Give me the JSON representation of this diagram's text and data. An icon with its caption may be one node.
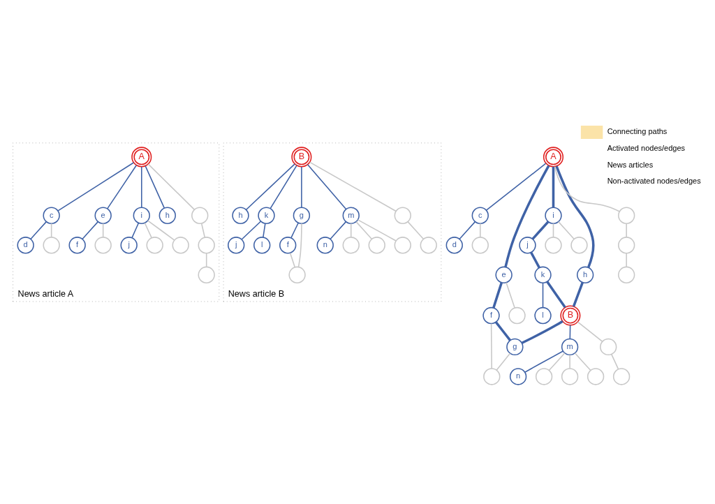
{
  "diagram": {
    "nodes": [
      {
        "text": [
          "News article A"
        ]
      },
      {
        "text": [
          "d"
        ],
        "in": 0
      },
      {
        "text": [
          "c"
        ],
        "in": 0
      },
      {
        "text": [
          "A"
        ],
        "in": 0
      },
      {
        "text": [
          "e"
        ],
        "in": 0
      },
      {
        "text": [
          "i"
        ],
        "in": 0
      },
      {
        "text": [
          "h"
        ],
        "in": 0
      },
      {
        "text": [
          "f"
        ],
        "in": 0
      },
      {
        "text": [
          "j"
        ],
        "in": 0
      },
      {
        "text": [],
        "shape": "circle",
        "in": 0
      },
      {
        "text": [],
        "shape": "circle",
        "in": 0
      },
      {
        "text": [],
        "shape": "circle",
        "in": 0
      },
      {
        "text": [],
        "shape": "circle",
        "in": 0
      },
      {
        "text": [],
        "shape": "circle",
        "in": 0
      },
      {
        "text": [],
        "shape": "circle",
        "in": 0
      },
      {
        "text": [],
        "shape": "circle",
        "in": 0
      },
      {
        "text": [
          "News article B"
        ]
      },
      {
        "text": [
          "j"
        ],
        "in": 16
      },
      {
        "text": [
          "l"
        ],
        "in": 16
      },
      {
        "text": [
          "h"
        ],
        "in": 16
      },
      {
        "text": [
          "k"
        ],
        "in": 16
      },
      {
        "text": [
          "f"
        ],
        "in": 16
      },
      {
        "text": [
          "B"
        ],
        "in": 16
      },
      {
        "text": [
          "g"
        ],
        "in": 16
      },
      {
        "text": [
          "m"
        ],
        "in": 16
      },
      {
        "text": [
          "n"
        ],
        "in": 16
      },
      {
        "text": [],
        "shape": "circle",
        "in": 16
      },
      {
        "text": [],
        "shape": "circle",
        "in": 16
      },
      {
        "text": [],
        "shape": "circle",
        "in": 16
      },
      {
        "text": [],
        "shape": "circle",
        "in": 16
      },
      {
        "text": [],
        "shape": "circle",
        "in": 16
      },
      {
        "text": [],
        "shape": "circle",
        "in": 16
      },
      {
        "text": [
          "d"
        ]
      },
      {
        "text": [
          "c"
        ]
      },
      {
        "text": [
          "e"
        ]
      },
      {
        "text": [
          "A"
        ]
      },
      {
        "text": [
          "i"
        ]
      },
      {
        "text": [
          "j"
        ]
      },
      {
        "text": [
          "h"
        ]
      },
      {
        "text": [
          "f"
        ]
      },
      {
        "text": [
          "l"
        ]
      },
      {
        "text": [
          "k"
        ]
      },
      {
        "text": [
          "B"
        ]
      },
      {
        "text": [
          "g"
        ]
      },
      {
        "text": [
          "m"
        ]
      },
      {
        "text": [
          "n"
        ]
      },
      {
        "text": [],
        "shape": "circle"
      },
      {
        "text": [],
        "shape": "circle"
      },
      {
        "text": [],
        "shape": "circle"
      },
      {
        "text": [],
        "shape": "circle"
      },
      {
        "text": [],
        "shape": "circle"
      },
      {
        "text": [],
        "shape": "circle"
      },
      {
        "text": [],
        "shape": "circle"
      },
      {
        "text": [],
        "shape": "circle"
      },
      {
        "text": [],
        "shape": "circle"
      },
      {
        "text": [],
        "shape": "circle"
      },
      {
        "text": [],
        "shape": "circle"
      },
      {
        "text": [],
        "shape": "circle"
      },
      {
        "text": [],
        "shape": "circle"
      }
    ],
    "edges": [
      {
        "from": 3,
        "to": 2,
        "arrow": "none",
        "color": "#3f62a6"
      },
      {
        "from": 2,
        "to": 1,
        "arrow": "none",
        "color": "#3f62a6"
      },
      {
        "from": 3,
        "to": 4,
        "arrow": "none",
        "color": "#3f62a6"
      },
      {
        "from": 4,
        "to": 7,
        "arrow": "none",
        "color": "#3f62a6"
      },
      {
        "from": 3,
        "to": 6,
        "arrow": "none",
        "color": "#3f62a6"
      },
      {
        "from": 3,
        "to": 5,
        "arrow": "none",
        "color": "#3f62a6"
      },
      {
        "from": 5,
        "to": 8,
        "arrow": "none",
        "color": "#3f62a6"
      },
      {
        "from": 2,
        "to": 10,
        "arrow": "none",
        "color": "#c8c8c8"
      },
      {
        "from": 3,
        "to": 11,
        "arrow": "none",
        "color": "#c8c8c8"
      },
      {
        "from": 11,
        "to": 9,
        "arrow": "none",
        "color": "#c8c8c8"
      },
      {
        "from": 9,
        "to": 12,
        "arrow": "none",
        "color": "#c8c8c8"
      },
      {
        "from": 4,
        "to": 13,
        "arrow": "none",
        "color": "#c8c8c8"
      },
      {
        "from": 5,
        "to": 14,
        "arrow": "none",
        "color": "#c8c8c8"
      },
      {
        "from": 5,
        "to": 15,
        "arrow": "none",
        "color": "#c8c8c8"
      },
      {
        "from": 20,
        "to": 17,
        "arrow": "none",
        "color": "#3f62a6"
      },
      {
        "from": 20,
        "to": 18,
        "arrow": "none",
        "color": "#3f62a6"
      },
      {
        "from": 22,
        "to": 20,
        "arrow": "none",
        "color": "#3f62a6"
      },
      {
        "from": 22,
        "to": 19,
        "arrow": "none",
        "color": "#3f62a6"
      },
      {
        "from": 22,
        "to": 23,
        "arrow": "none",
        "color": "#3f62a6"
      },
      {
        "from": 23,
        "to": 21,
        "arrow": "none",
        "color": "#3f62a6"
      },
      {
        "from": 22,
        "to": 24,
        "arrow": "none",
        "color": "#3f62a6"
      },
      {
        "from": 24,
        "to": 25,
        "arrow": "none",
        "color": "#3f62a6"
      },
      {
        "from": 24,
        "to": 26,
        "arrow": "none",
        "color": "#c8c8c8"
      },
      {
        "from": 24,
        "to": 27,
        "arrow": "none",
        "color": "#c8c8c8"
      },
      {
        "from": 24,
        "to": 30,
        "arrow": "none",
        "color": "#c8c8c8"
      },
      {
        "from": 22,
        "to": 29,
        "arrow": "none",
        "color": "#c8c8c8"
      },
      {
        "from": 29,
        "to": 31,
        "arrow": "none",
        "color": "#c8c8c8"
      },
      {
        "from": 23,
        "to": 28,
        "arrow": "none",
        "color": "#c8c8c8"
      },
      {
        "from": 21,
        "to": 28,
        "arrow": "none",
        "color": "#c8c8c8"
      },
      {
        "from": 33,
        "to": 32,
        "arrow": "none",
        "color": "#3f62a6"
      },
      {
        "from": 35,
        "to": 33,
        "arrow": "none",
        "color": "#3f62a6"
      },
      {
        "from": 35,
        "to": 34,
        "arrow": "none",
        "style": "thick",
        "color": "#3f62a6"
      },
      {
        "from": 35,
        "to": 36,
        "arrow": "none",
        "style": "thick",
        "color": "#3f62a6"
      },
      {
        "from": 35,
        "to": 38,
        "arrow": "none",
        "style": "thick",
        "color": "#3f62a6"
      },
      {
        "from": 34,
        "to": 39,
        "arrow": "none",
        "style": "thick",
        "color": "#3f62a6"
      },
      {
        "from": 36,
        "to": 37,
        "arrow": "none",
        "style": "thick",
        "color": "#3f62a6"
      },
      {
        "from": 37,
        "to": 41,
        "arrow": "none",
        "style": "thick",
        "color": "#3f62a6"
      },
      {
        "from": 41,
        "to": 40,
        "arrow": "none",
        "color": "#3f62a6"
      },
      {
        "from": 41,
        "to": 42,
        "arrow": "none",
        "style": "thick",
        "color": "#3f62a6"
      },
      {
        "from": 38,
        "to": 42,
        "arrow": "none",
        "style": "thick",
        "color": "#3f62a6"
      },
      {
        "from": 42,
        "to": 43,
        "arrow": "none",
        "style": "thick",
        "color": "#3f62a6"
      },
      {
        "from": 39,
        "to": 43,
        "arrow": "none",
        "style": "thick",
        "color": "#3f62a6"
      },
      {
        "from": 42,
        "to": 44,
        "arrow": "none",
        "color": "#3f62a6"
      },
      {
        "from": 44,
        "to": 45,
        "arrow": "none",
        "color": "#3f62a6"
      },
      {
        "from": 33,
        "to": 47,
        "arrow": "none",
        "color": "#c8c8c8"
      },
      {
        "from": 35,
        "to": 48,
        "arrow": "none",
        "color": "#c8c8c8"
      },
      {
        "from": 48,
        "to": 46,
        "arrow": "none",
        "color": "#c8c8c8"
      },
      {
        "from": 46,
        "to": 49,
        "arrow": "none",
        "color": "#c8c8c8"
      },
      {
        "from": 34,
        "to": 50,
        "arrow": "none",
        "color": "#c8c8c8"
      },
      {
        "from": 36,
        "to": 51,
        "arrow": "none",
        "color": "#c8c8c8"
      },
      {
        "from": 36,
        "to": 52,
        "arrow": "none",
        "color": "#c8c8c8"
      },
      {
        "from": 44,
        "to": 54,
        "arrow": "none",
        "color": "#c8c8c8"
      },
      {
        "from": 44,
        "to": 55,
        "arrow": "none",
        "color": "#c8c8c8"
      },
      {
        "from": 44,
        "to": 57,
        "arrow": "none",
        "color": "#c8c8c8"
      },
      {
        "from": 42,
        "to": 56,
        "arrow": "none",
        "color": "#c8c8c8"
      },
      {
        "from": 56,
        "to": 58,
        "arrow": "none",
        "color": "#c8c8c8"
      },
      {
        "from": 43,
        "to": 53,
        "arrow": "none",
        "color": "#c8c8c8"
      },
      {
        "from": 39,
        "to": 53,
        "arrow": "none",
        "color": "#c8c8c8"
      }
    ],
    "legend": [
      {
        "text": "Connecting paths",
        "color": "#fbe3a8"
      },
      {
        "text": "Activated nodes/edges"
      },
      {
        "text": "News articles"
      },
      {
        "text": "Non-activated nodes/edges"
      }
    ]
  }
}
